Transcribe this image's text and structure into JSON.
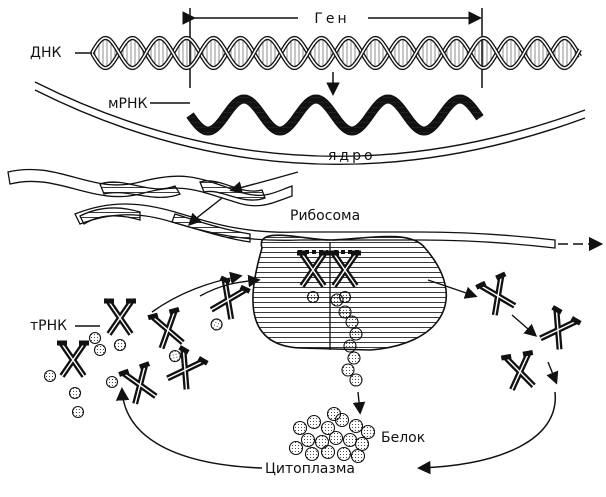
{
  "labels": {
    "gene": "Ген",
    "dna": "ДНК",
    "mrna": "мРНК",
    "nucleus": "ядро",
    "ribosome": "Рибосома",
    "trna": "тРНК",
    "protein": "Белок",
    "cytoplasm": "Цитоплазма"
  }
}
